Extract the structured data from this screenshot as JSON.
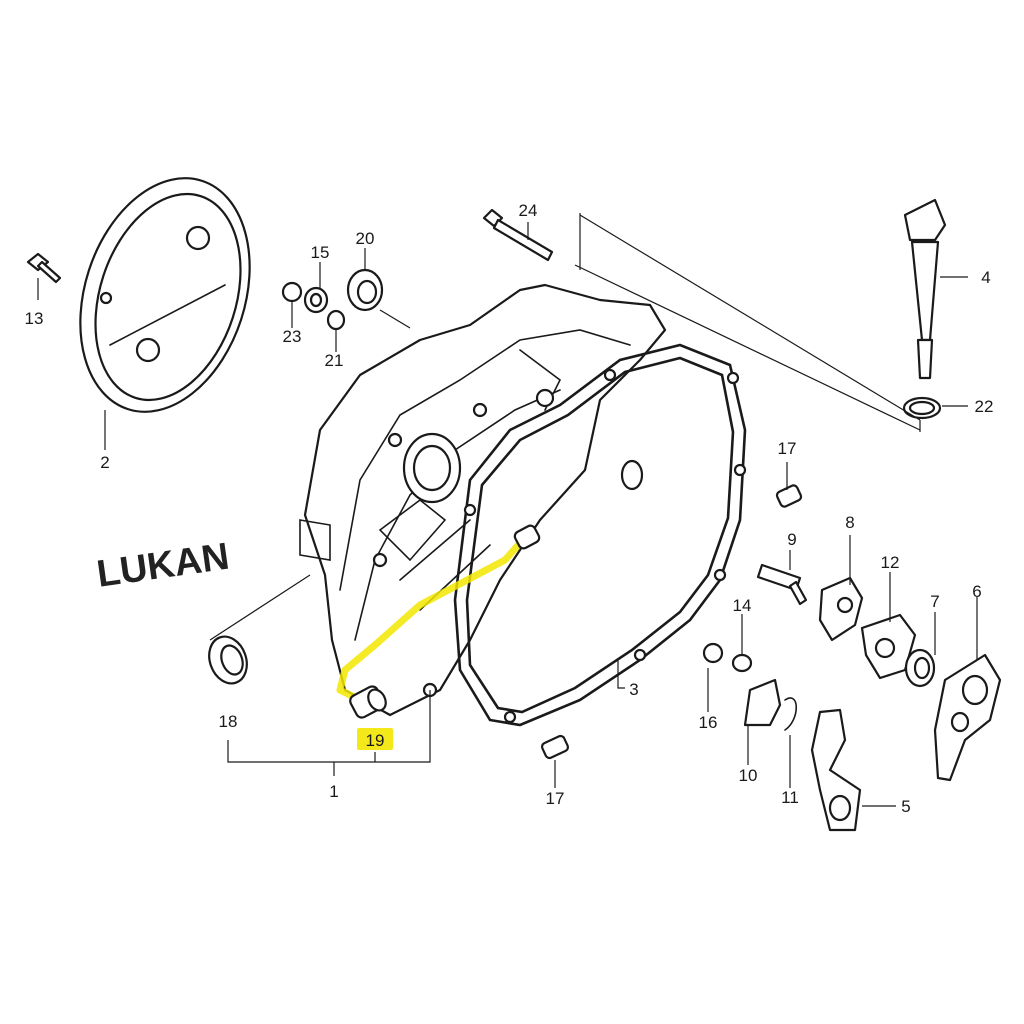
{
  "watermark": "LUKAN",
  "highlight_color": "#f2e600",
  "highlighted_part": "19",
  "labels": {
    "p1": "1",
    "p2": "2",
    "p3": "3",
    "p4": "4",
    "p5": "5",
    "p6": "6",
    "p7": "7",
    "p8": "8",
    "p9": "9",
    "p10": "10",
    "p11": "11",
    "p12": "12",
    "p13": "13",
    "p14": "14",
    "p15": "15",
    "p16": "16",
    "p17a": "17",
    "p17b": "17",
    "p18": "18",
    "p19": "19",
    "p20": "20",
    "p21": "21",
    "p22": "22",
    "p23": "23",
    "p24": "24"
  }
}
